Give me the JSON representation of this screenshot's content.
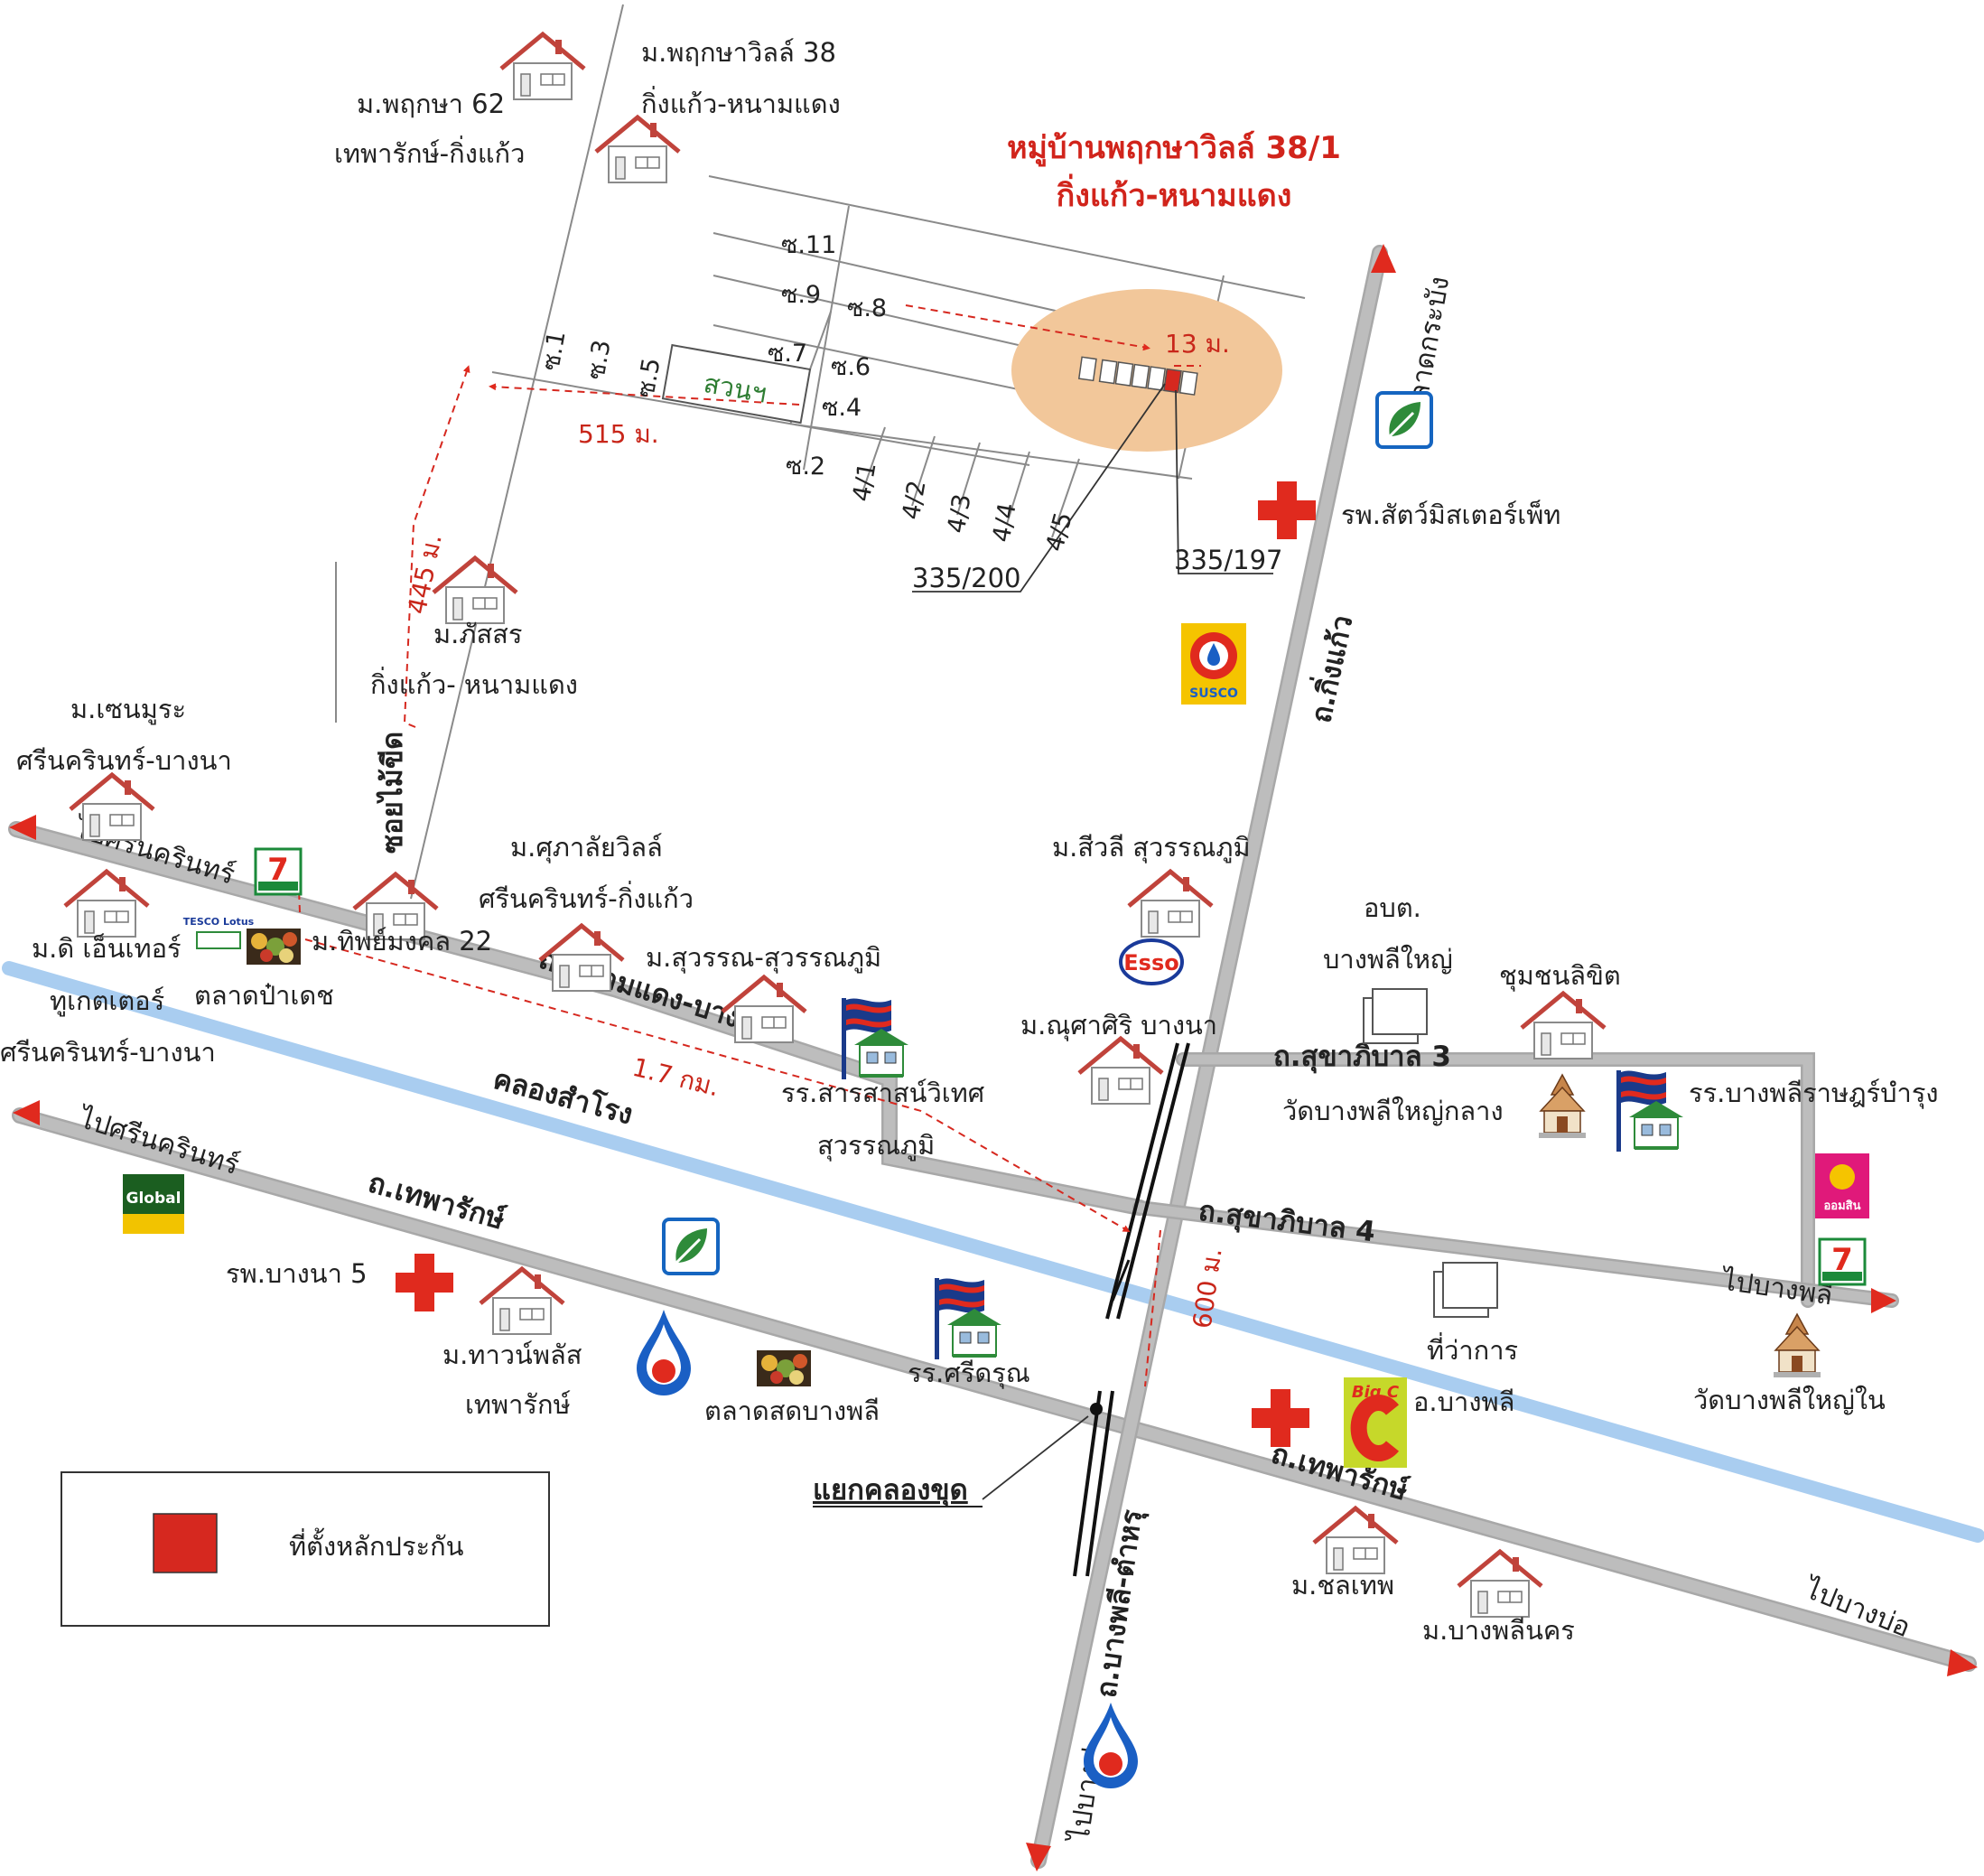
{
  "title": {
    "line1": "หมู่บ้านพฤกษาวิลล์ 38/1",
    "line2": "กิ่งแก้ว-หนามแดง"
  },
  "legend": {
    "label": "ที่ตั้งหลักประกัน",
    "marker_color": "#d6281f"
  },
  "roads": {
    "namdaeng_bangphli": "ถ.หนามแดง-บางพลี",
    "theparak_1": "ถ.เทพารักษ์",
    "theparak_2": "ถ.เทพารักษ์",
    "kingkaew": "ถ.กิ่งแก้ว",
    "bangphli_tamru": "ถ.บางพลี-ตำหรุ",
    "sukhaphiban3": "ถ.สุขาภิบาล 3",
    "sukhaphiban4": "ถ.สุขาภิบาล 4",
    "soi_mumkhut": "ซอยไม้ขีด",
    "canal": "คลองสำโรง"
  },
  "directions": {
    "to_srinakarin_1": "ไปศรีนครินทร์",
    "to_srinakarin_2": "ไปศรีนครินทร์",
    "to_latkrabang": "ไปลาดกระบัง",
    "to_bangphli": "ไปบางพลี",
    "to_bangbo": "ไปบางบ่อ",
    "to_bangpu": "ไปบางปู"
  },
  "distances": {
    "d515": "515 ม.",
    "d445": "445 ม.",
    "d17": "1.7 กม.",
    "d600": "600 ม.",
    "d13": "13 ม."
  },
  "sois": {
    "s1": "ซ.1",
    "s2": "ซ.2",
    "s3": "ซ.3",
    "s4": "ซ.4",
    "s5": "ซ.5",
    "s6": "ซ.6",
    "s7": "ซ.7",
    "s8": "ซ.8",
    "s9": "ซ.9",
    "s11": "ซ.11",
    "s41": "4/1",
    "s42": "4/2",
    "s43": "4/3",
    "s44": "4/4",
    "s45": "4/5",
    "park": "สวนฯ"
  },
  "plots": {
    "p200": "335/200",
    "p197": "335/197"
  },
  "places": {
    "pruksa62_a": "ม.พฤกษา 62",
    "pruksa62_b": "เทพารักษ์-กิ่งแก้ว",
    "pruksaville38_a": "ม.พฤกษาวิลล์ 38",
    "pruksaville38_b": "กิ่งแก้ว-หนามแดง",
    "passorn_a": "ม.ภัสสร",
    "passorn_b": "กิ่งแก้ว- หนามแดง",
    "senmura_a": "ม.เซนมูระ",
    "senmura_b": "ศรีนครินทร์-บางนา",
    "supalai_a": "ม.ศุภาลัยวิลล์",
    "supalai_b": "ศรีนครินทร์-กิ่งแก้ว",
    "siwali": "ม.สีวลี สุวรรณภูมิ",
    "thipmongkol": "ม.ทิพย์มงคล 22",
    "dicenter_a": "ม.ดิ เอ็นเทอร์",
    "dicenter_b": "ทูเกตเตอร์",
    "dicenter_c": "ศรีนครินทร์-บางนา",
    "padet_market": "ตลาดป๋าเดช",
    "suwan": "ม.สุวรรณ-สุวรรณภูมิ",
    "school_sarasas_a": "รร.สารสาสน์วิเทศ",
    "school_sarasas_b": "สุวรรณภูมิ",
    "nusasiri": "ม.ณุศาศิริ บางนา",
    "obt_a": "อบต.",
    "obt_b": "บางพลีใหญ่",
    "chumchon": "ชุมชนลิขิต",
    "wat_klang": "วัดบางพลีใหญ่กลาง",
    "school_bangphli": "รร.บางพลีราษฎร์บำรุง",
    "vet": "รพ.สัตว์มิสเตอร์เพ็ท",
    "bangna5": "รพ.บางนา 5",
    "townplus_a": "ม.ทาวน์พลัส",
    "townplus_b": "เทพารักษ์",
    "fresh_market": "ตลาดสดบางพลี",
    "school_sridarun": "รร.ศรีดรุณ",
    "district_a": "ที่ว่าการ",
    "district_b": "อ.บางพลี",
    "wat_nai": "วัดบางพลีใหญ่ใน",
    "junction": "แยกคลองขุด",
    "cholthep": "ม.ชลเทพ",
    "bangphlinakorn": "ม.บางพลีนคร"
  },
  "logos": {
    "esso": "Esso",
    "susco": "SUSCO",
    "global": "Global",
    "bigc": "Big C",
    "tesco": "TESCO Lotus",
    "seven": "7",
    "gsb": "ออมสิน"
  },
  "colors": {
    "road": "#b9b9b9",
    "road_edge": "#a2a2a2",
    "canal": "#a9cdf0",
    "highlight": "#f2c79a",
    "red": "#d6281f",
    "house": "#c0433b"
  }
}
